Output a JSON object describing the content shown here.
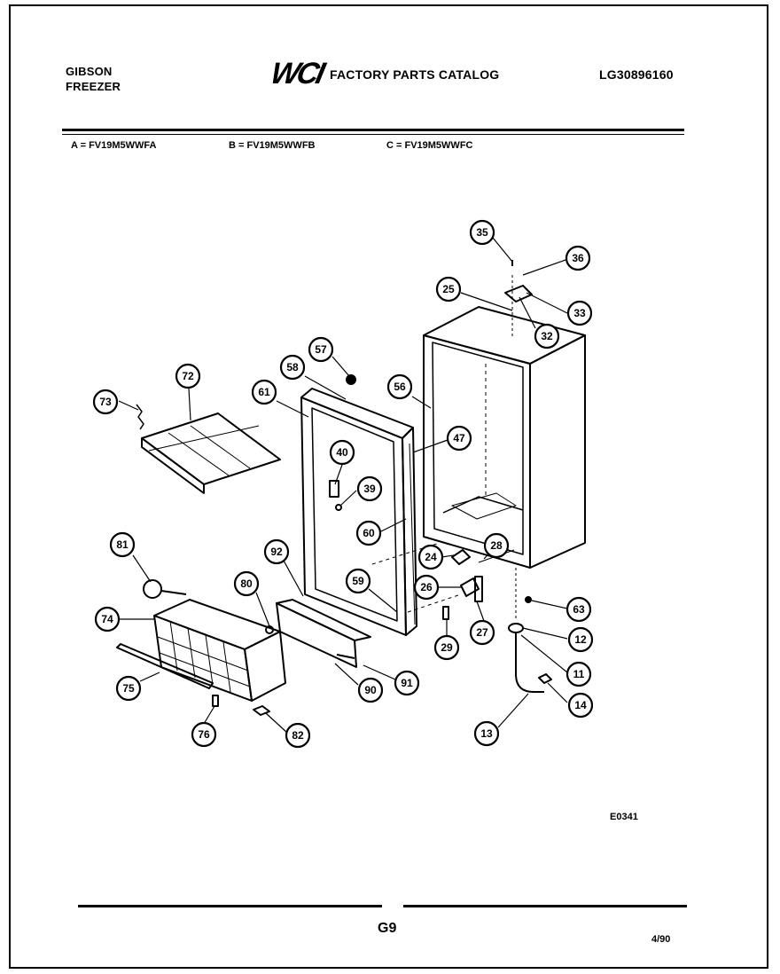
{
  "header": {
    "brand_line1": "GIBSON",
    "brand_line2": "FREEZER",
    "logo": "WCI",
    "catalog_title": "FACTORY PARTS CATALOG",
    "doc_number": "LG30896160"
  },
  "models": [
    {
      "label": "A = FV19M5WWFA"
    },
    {
      "label": "B = FV19M5WWFB"
    },
    {
      "label": "C = FV19M5WWFC"
    }
  ],
  "callouts": [
    "35",
    "36",
    "25",
    "33",
    "32",
    "57",
    "58",
    "56",
    "72",
    "61",
    "73",
    "47",
    "40",
    "39",
    "60",
    "28",
    "81",
    "92",
    "24",
    "26",
    "80",
    "59",
    "63",
    "74",
    "12",
    "27",
    "29",
    "11",
    "75",
    "90",
    "91",
    "14",
    "76",
    "82",
    "13"
  ],
  "footer": {
    "diagram_code": "E0341",
    "page_number": "G9",
    "date": "4/90"
  }
}
